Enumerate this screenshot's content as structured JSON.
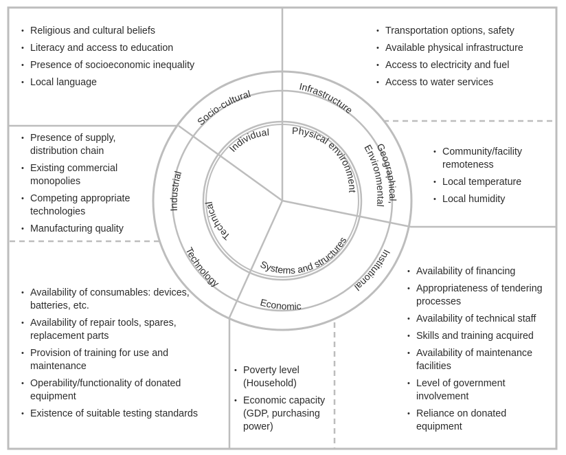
{
  "rings": {
    "outer": [
      "Socio-cultural",
      "Infrastructure",
      "Geographical, Environmental",
      "Institutional",
      "Economic",
      "Technology",
      "Industrial"
    ],
    "inner": [
      "Individual",
      "Physical environment",
      "Systems and structures",
      "Technical"
    ]
  },
  "panels": {
    "socio_cultural": [
      "Religious and cultural beliefs",
      "Literacy and access to education",
      "Presence of socioeconomic inequality",
      "Local language"
    ],
    "infrastructure": [
      "Transportation options, safety",
      "Available physical infrastructure",
      "Access to electricity and fuel",
      "Access to water services"
    ],
    "industrial": [
      "Presence of supply, distribution chain",
      "Existing commercial monopolies",
      "Competing appropriate technologies",
      "Manufacturing quality"
    ],
    "geographical": [
      "Community/facility remoteness",
      "Local temperature",
      "Local humidity"
    ],
    "technology": [
      "Availability of consumables: devices, batteries, etc.",
      "Availability of repair tools, spares, replacement parts",
      "Provision of training for use and maintenance",
      "Operability/functionality of donated equipment",
      "Existence of suitable testing standards"
    ],
    "economic": [
      "Poverty level (Household)",
      "Economic capacity (GDP, purchasing power)"
    ],
    "institutional": [
      "Availability of financing",
      "Appropriateness of tendering processes",
      "Availability of technical staff",
      "Skills and training acquired",
      "Availability of maintenance facilities",
      "Level of government involvement",
      "Reliance on donated equipment"
    ]
  },
  "colors": {
    "line": "#bdbdbd",
    "text": "#2b2b2b",
    "background": "#ffffff"
  }
}
